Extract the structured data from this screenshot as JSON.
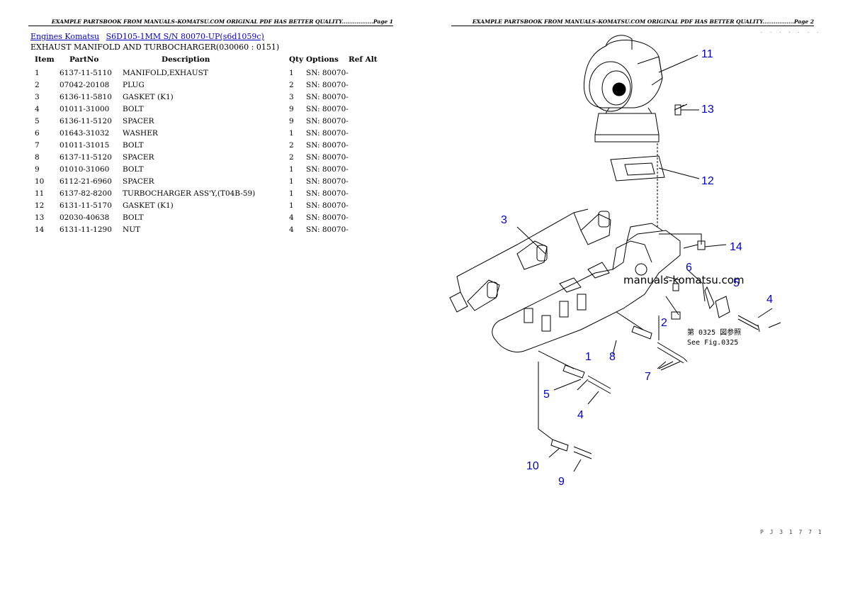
{
  "header": {
    "page1": "EXAMPLE PARTSBOOK FROM MANUALS-KOMATSU.COM ORIGINAL PDF HAS BETTER QUALITY.................Page 1",
    "page2": "EXAMPLE PARTSBOOK FROM MANUALS-KOMATSU.COM ORIGINAL PDF HAS BETTER QUALITY.................Page 2"
  },
  "breadcrumb": {
    "link1": "Engines Komatsu",
    "link2": "S6D105-1MM S/N 80070-UP(s6d1059c)"
  },
  "section_title": "EXHAUST MANIFOLD AND TURBOCHARGER(030060 : 0151)",
  "table": {
    "headers": [
      "Item",
      "PartNo",
      "Description",
      "Qty",
      "Options",
      "Ref Alt"
    ],
    "rows": [
      [
        "1",
        "6137-11-5110",
        "MANIFOLD,EXHAUST",
        "1",
        "SN: 80070-",
        ""
      ],
      [
        "2",
        "07042-20108",
        "PLUG",
        "2",
        "SN: 80070-",
        ""
      ],
      [
        "3",
        "6136-11-5810",
        "GASKET (K1)",
        "3",
        "SN: 80070-",
        ""
      ],
      [
        "4",
        "01011-31000",
        "BOLT",
        "9",
        "SN: 80070-",
        ""
      ],
      [
        "5",
        "6136-11-5120",
        "SPACER",
        "9",
        "SN: 80070-",
        ""
      ],
      [
        "6",
        "01643-31032",
        "WASHER",
        "1",
        "SN: 80070-",
        ""
      ],
      [
        "7",
        "01011-31015",
        "BOLT",
        "2",
        "SN: 80070-",
        ""
      ],
      [
        "8",
        "6137-11-5120",
        "SPACER",
        "2",
        "SN: 80070-",
        ""
      ],
      [
        "9",
        "01010-31060",
        "BOLT",
        "1",
        "SN: 80070-",
        ""
      ],
      [
        "10",
        "6112-21-6960",
        "SPACER",
        "1",
        "SN: 80070-",
        ""
      ],
      [
        "11",
        "6137-82-8200",
        "TURBOCHARGER ASS'Y,(T04B-59)",
        "1",
        "SN: 80070-",
        ""
      ],
      [
        "12",
        "6131-11-5170",
        "GASKET (K1)",
        "1",
        "SN: 80070-",
        ""
      ],
      [
        "13",
        "02030-40638",
        "BOLT",
        "4",
        "SN: 80070-",
        ""
      ],
      [
        "14",
        "6131-11-1290",
        "NUT",
        "4",
        "SN: 80070-",
        ""
      ]
    ]
  },
  "diagram": {
    "watermark": "manuals-komatsu.com",
    "note_jp": "第 0325 図参照",
    "note_en": "See Fig.0325",
    "callouts": [
      "11",
      "13",
      "12",
      "3",
      "14",
      "6",
      "5",
      "4",
      "2",
      "1",
      "8",
      "7",
      "5",
      "4",
      "10",
      "9"
    ],
    "footer_code": "P J 3 1 7 7 1",
    "callout_color": "#0000cc"
  }
}
